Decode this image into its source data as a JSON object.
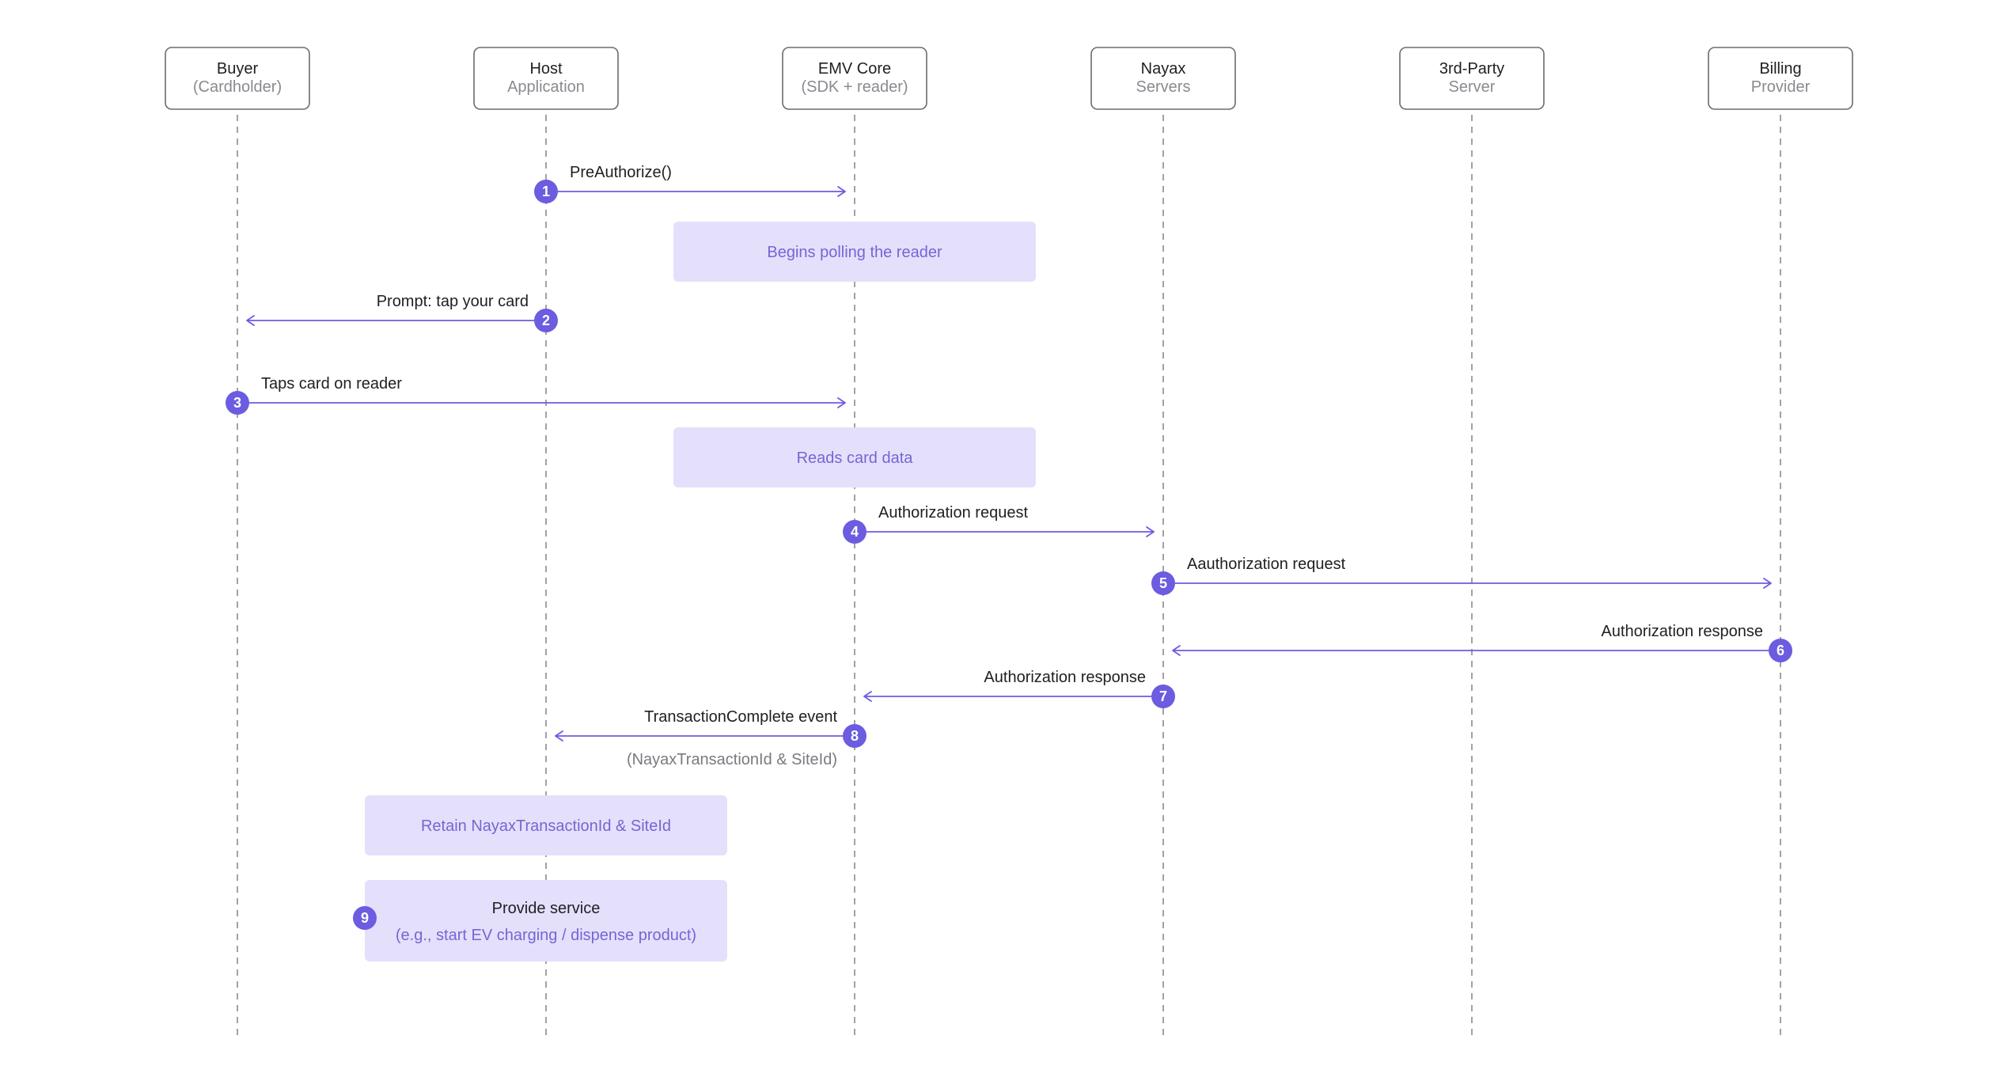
{
  "actors": [
    {
      "id": "buyer",
      "name": "Buyer",
      "subtitle": "(Cardholder)"
    },
    {
      "id": "host",
      "name": "Host",
      "subtitle": "Application"
    },
    {
      "id": "emv",
      "name": "EMV Core",
      "subtitle": "(SDK + reader)"
    },
    {
      "id": "nayax",
      "name": "Nayax",
      "subtitle": "Servers"
    },
    {
      "id": "thirdparty",
      "name": "3rd-Party",
      "subtitle": "Server"
    },
    {
      "id": "billing",
      "name": "Billing",
      "subtitle": "Provider"
    }
  ],
  "messages": [
    {
      "step": "1",
      "from": "host",
      "to": "emv",
      "label": "PreAuthorize()"
    },
    {
      "step": "2",
      "from": "host",
      "to": "buyer",
      "label": "Prompt: tap your card"
    },
    {
      "step": "3",
      "from": "buyer",
      "to": "emv",
      "label": "Taps card on reader"
    },
    {
      "step": "4",
      "from": "emv",
      "to": "nayax",
      "label": "Authorization request"
    },
    {
      "step": "5",
      "from": "nayax",
      "to": "billing",
      "label": "Aauthorization request"
    },
    {
      "step": "6",
      "from": "billing",
      "to": "nayax",
      "label": "Authorization response"
    },
    {
      "step": "7",
      "from": "nayax",
      "to": "emv",
      "label": "Authorization response"
    },
    {
      "step": "8",
      "from": "emv",
      "to": "host",
      "label": "TransactionComplete event",
      "sublabel": "(NayaxTransactionId & SiteId)"
    }
  ],
  "notes": [
    {
      "text": "Begins polling the reader"
    },
    {
      "text": "Reads card data"
    },
    {
      "text": "Retain NayaxTransactionId & SiteId"
    },
    {
      "step": "9",
      "title": "Provide service",
      "text": "(e.g., start EV charging / dispense product)"
    }
  ]
}
